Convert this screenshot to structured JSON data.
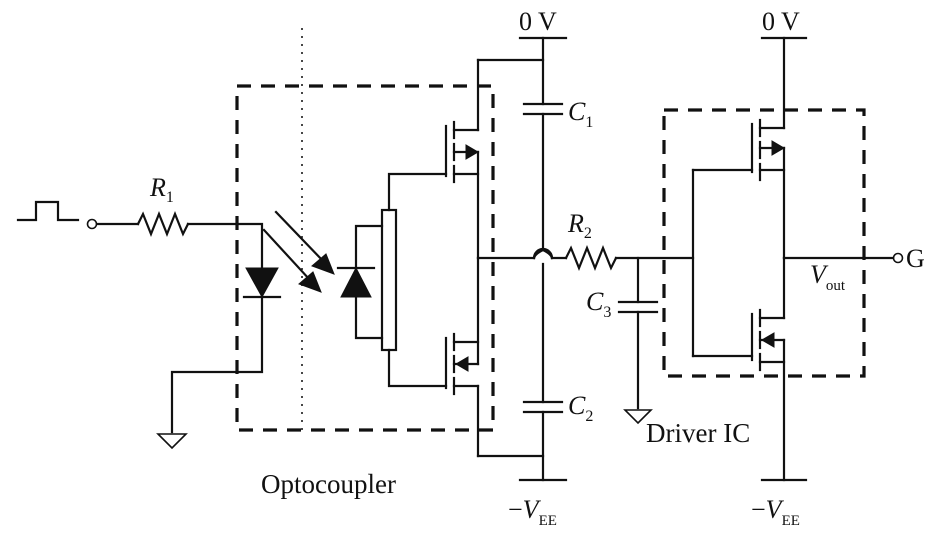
{
  "labels": {
    "r1_main": "R",
    "r1_sub": "1",
    "r2_main": "R",
    "r2_sub": "2",
    "c1_main": "C",
    "c1_sub": "1",
    "c2_main": "C",
    "c2_sub": "2",
    "c3_main": "C",
    "c3_sub": "3",
    "zero_v_left": "0 V",
    "zero_v_right": "0 V",
    "vee_left_prefix": "−",
    "vee_left_main": "V",
    "vee_left_sub": "EE",
    "vee_right_prefix": "−",
    "vee_right_main": "V",
    "vee_right_sub": "EE",
    "vout_main": "V",
    "vout_sub": "out",
    "gate_terminal": "G",
    "optocoupler": "Optocoupler",
    "driver_ic": "Driver IC"
  }
}
